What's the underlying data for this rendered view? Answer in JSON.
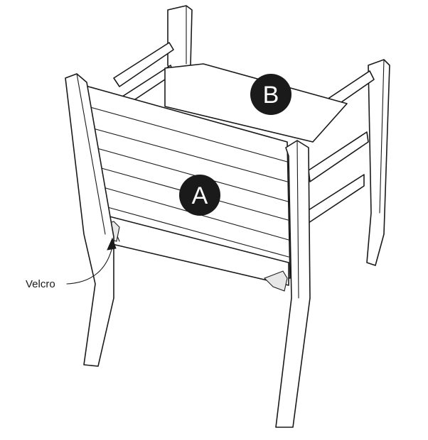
{
  "labels": {
    "a": "A",
    "b": "B"
  },
  "callouts": {
    "velcro": "Velcro"
  },
  "colors": {
    "line": "#1a1a1a",
    "badge_fill": "#1a1a1a",
    "badge_text": "#ffffff",
    "background": "#ffffff"
  }
}
